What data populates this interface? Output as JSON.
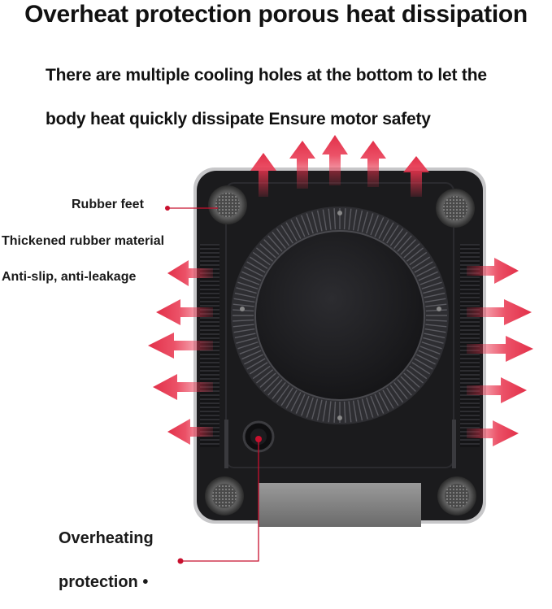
{
  "headline": "Overheat protection porous heat dissipation",
  "description": {
    "line1": "There are multiple cooling holes at the bottom to let the",
    "line2": "body heat quickly dissipate Ensure motor safety"
  },
  "callouts": {
    "rubber_feet": "Rubber feet",
    "material": "Thickened rubber material",
    "anti_slip": "Anti-slip, anti-leakage",
    "overheating_1": "Overheating",
    "overheating_2": "protection •"
  },
  "colors": {
    "arrow": "#e8334d",
    "base_body": "#1b1b1d",
    "leader_line": "#c8102e"
  }
}
